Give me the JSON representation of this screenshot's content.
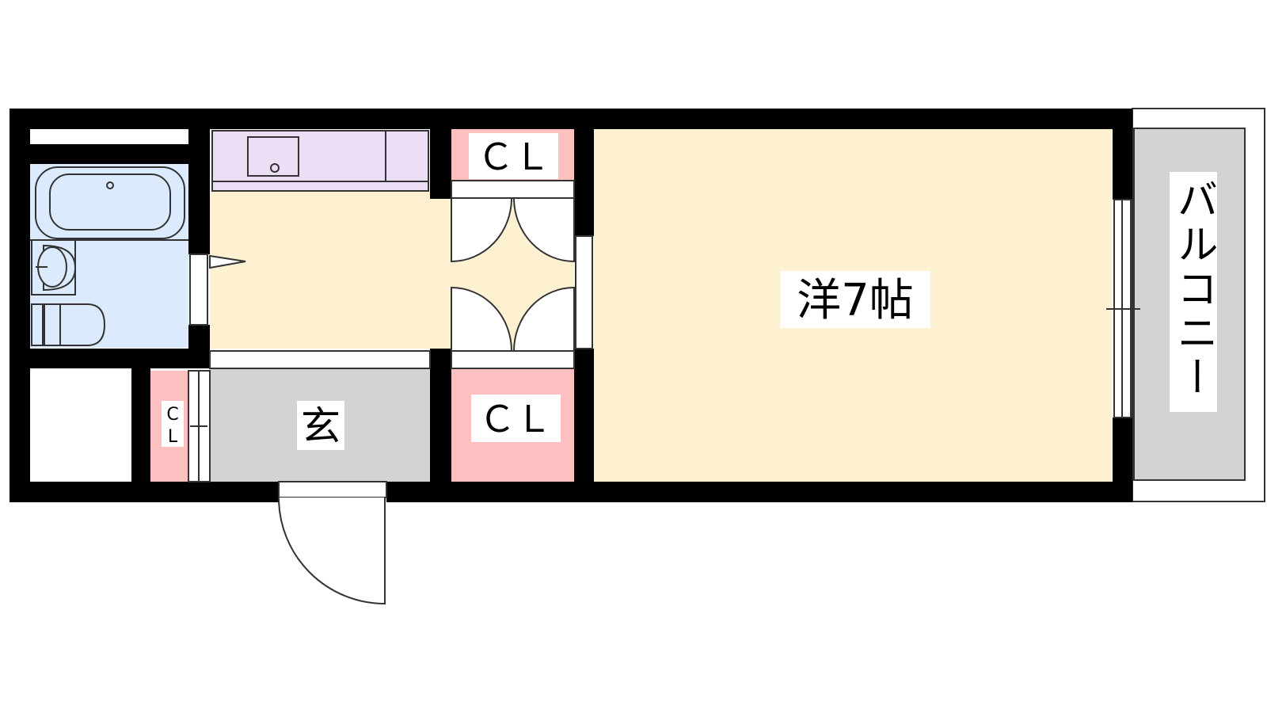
{
  "rooms": {
    "western_room": {
      "label": "洋7帖"
    },
    "closet_top": {
      "label": "ＣＬ"
    },
    "closet_bottom": {
      "label": "ＣＬ"
    },
    "closet_small_top": {
      "label": "C"
    },
    "closet_small_bottom": {
      "label": "L"
    },
    "entrance": {
      "label": "玄"
    },
    "balcony": {
      "label": "バルコニー"
    }
  },
  "colors": {
    "wall": "#000000",
    "room_fill": "#fdf1d2",
    "bath_fill": "#dbeafd",
    "closet_fill": "#fcc0c0",
    "entrance_fill": "#d3d3d3",
    "kitchen_fill": "#ecdff5",
    "balcony_fill": "#d3d3d3",
    "fixture_stroke": "#333333"
  }
}
